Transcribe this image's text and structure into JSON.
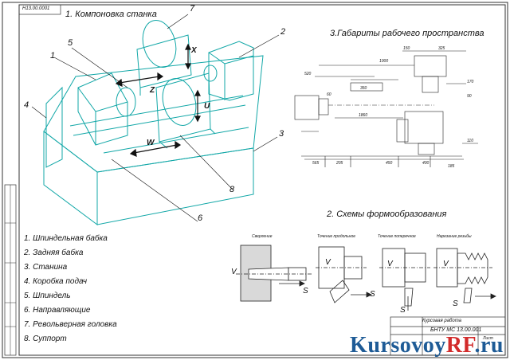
{
  "stamp_code": "Н13.00.0001",
  "titles": {
    "layout": "1. Компоновка станка",
    "workspace": "3.Габариты рабочего пространства",
    "forming": "2. Схемы формообразования"
  },
  "legend": [
    "1. Шпиндельная бабка",
    "2. Задняя бабка",
    "3. Станина",
    "4. Коробка подач",
    "5. Шпиндель",
    "6. Направляющие",
    "7. Револьверная головка",
    "8. Суппорт"
  ],
  "callouts": [
    "1",
    "2",
    "3",
    "4",
    "5",
    "6",
    "7",
    "8"
  ],
  "axes": [
    "X",
    "Z",
    "U",
    "W"
  ],
  "scheme_labels": [
    "Сверление",
    "Точение продольное",
    "Точение поперечное",
    "Нарезание резьбы"
  ],
  "scheme_letters": {
    "v": "V",
    "s": "S"
  },
  "dims": {
    "d1000": "1000",
    "d150": "150",
    "d325": "325",
    "d520": "520",
    "d170": "170",
    "d350": "350",
    "d60": "60",
    "d1860": "1860",
    "d565": "565",
    "d205": "205",
    "d400": "400",
    "d450": "450",
    "d110": "110",
    "d185": "185",
    "d90": "90"
  },
  "title_block": {
    "doc_type": "Курсовая работа",
    "code": "БНТУ МС 13.00.001",
    "sheets": "Лист"
  },
  "watermark": {
    "main": "Kursovoy",
    "accent": "RF",
    "suffix": ".ru"
  },
  "colors": {
    "machine": "#11a7a7",
    "ink": "#111111",
    "frame": "#333333",
    "watermark": "#1e5b96",
    "watermark_accent": "#d22b2b"
  }
}
